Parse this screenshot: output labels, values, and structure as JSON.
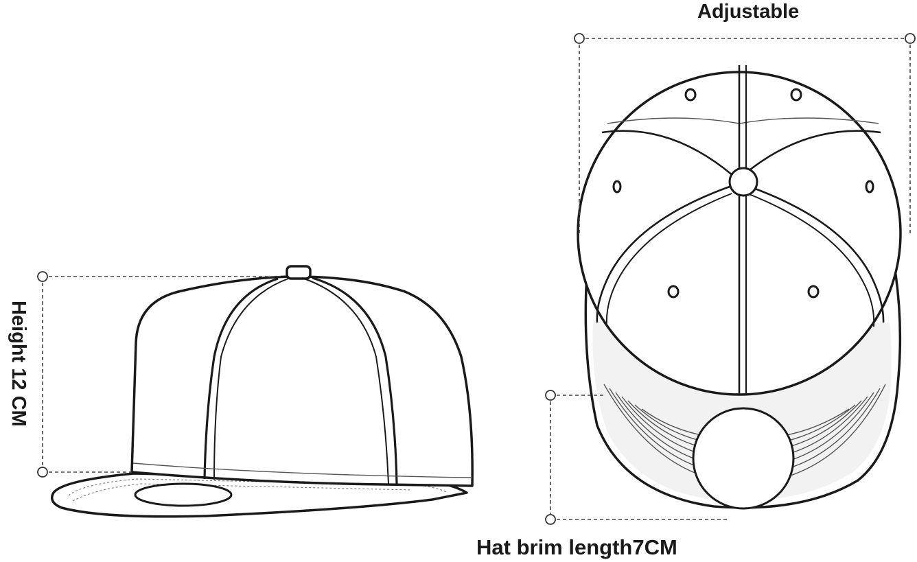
{
  "labels": {
    "adjustable": "Adjustable",
    "height": "Height 12 CM",
    "brim_length": "Hat brim length7CM"
  },
  "colors": {
    "line": "#1a1a1a",
    "background": "#ffffff",
    "guide": "#444444"
  },
  "icons": {
    "side_view": "cap-side-view-illustration",
    "top_view": "cap-top-view-illustration"
  }
}
